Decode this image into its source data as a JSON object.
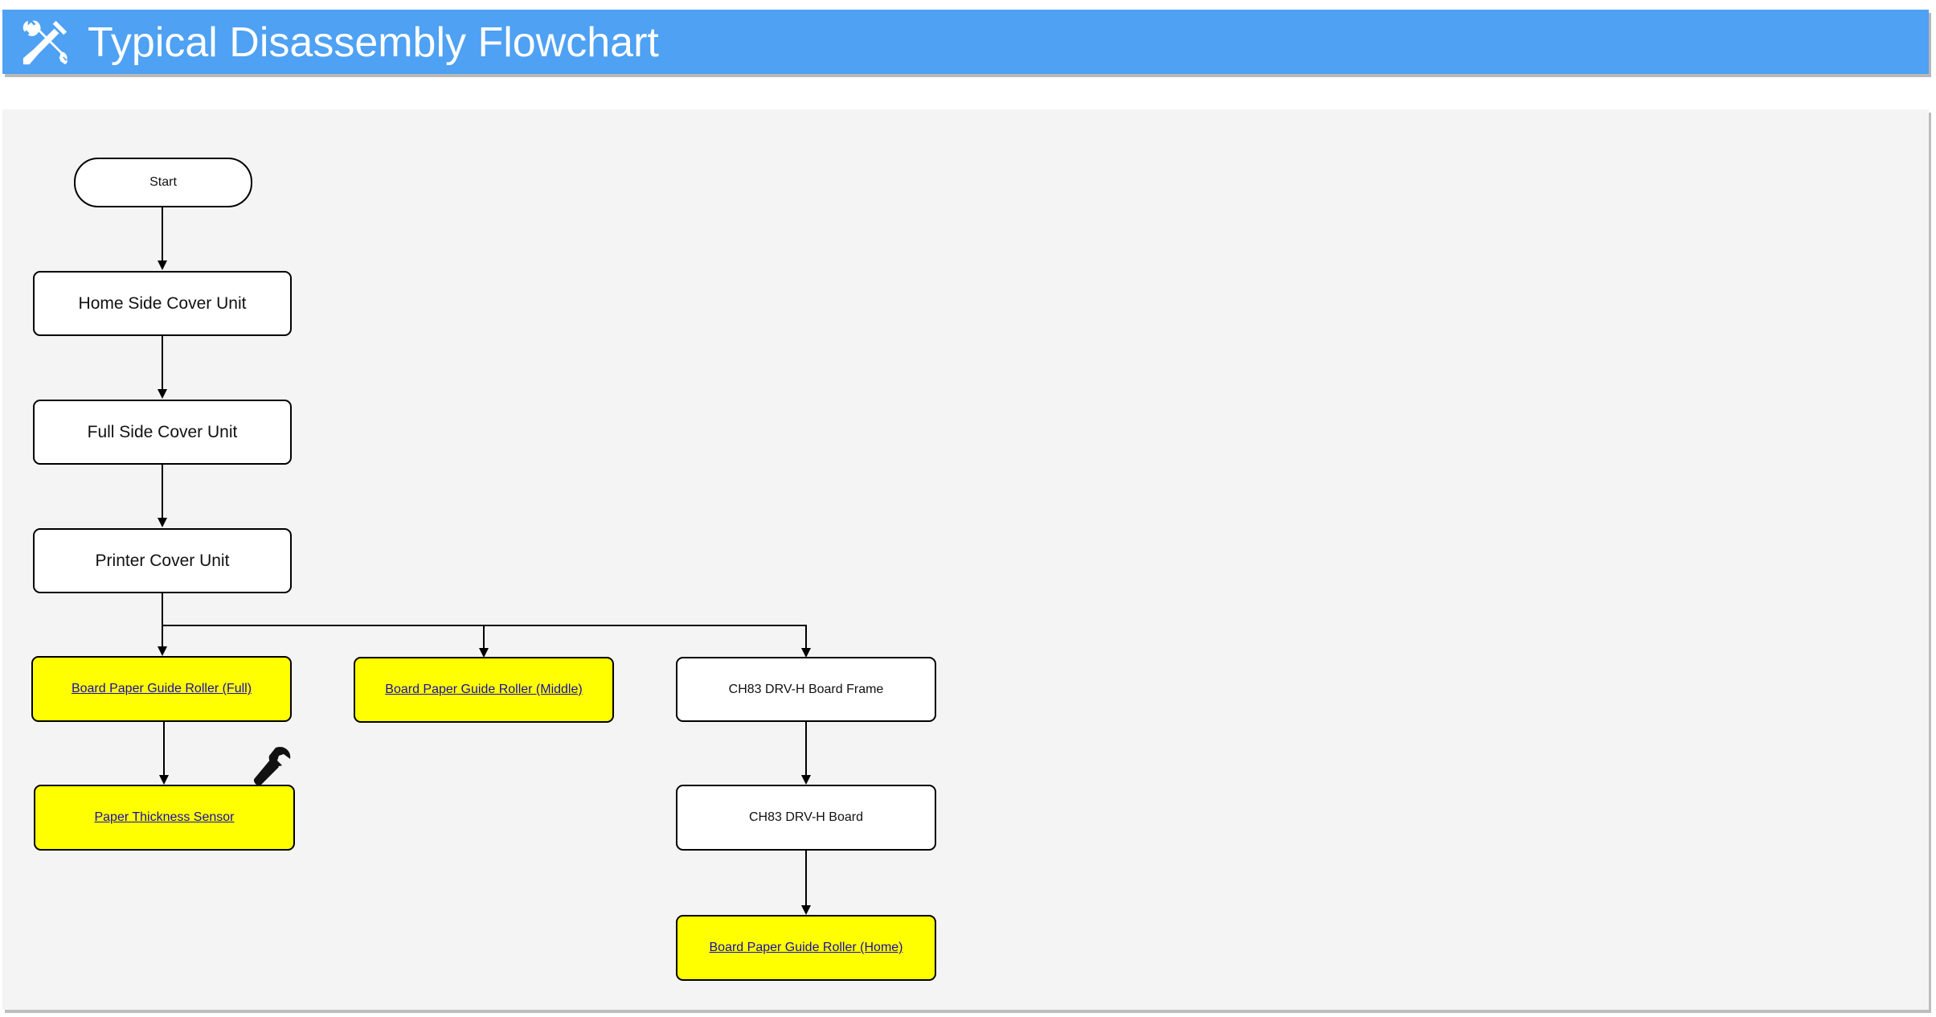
{
  "header": {
    "title": "Typical Disassembly Flowchart",
    "icon": "tools-icon",
    "background": "#4ea1f3"
  },
  "flowchart": {
    "start": "Start",
    "home_side_cover": "Home Side Cover Unit",
    "full_side_cover": "Full Side Cover Unit",
    "printer_cover": "Printer Cover Unit",
    "roller_full": "Board Paper Guide Roller (Full)",
    "roller_middle": "Board Paper Guide Roller (Middle)",
    "drv_frame": "CH83 DRV-H Board Frame",
    "thickness_sensor": "Paper Thickness Sensor",
    "drv_board": "CH83 DRV-H Board",
    "roller_home": "Board Paper Guide Roller (Home)",
    "highlight_color": "#ffff00",
    "link_color": "#1a0dab",
    "adjustment_icon": "wrench-icon"
  }
}
